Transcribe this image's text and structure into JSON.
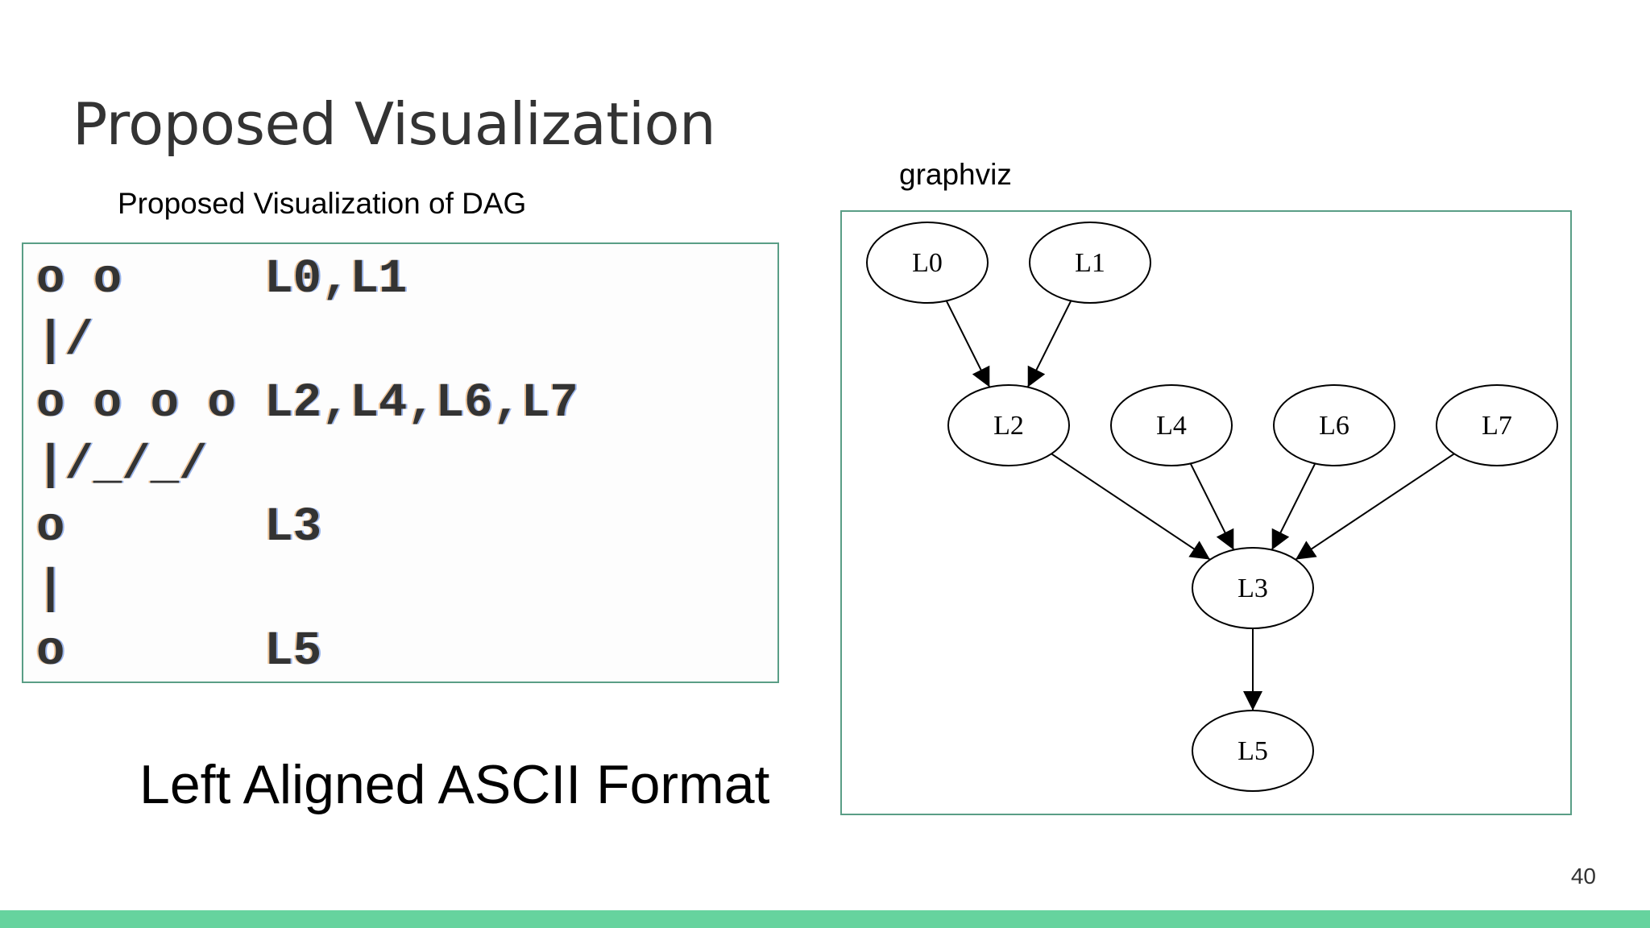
{
  "slide": {
    "title": "Proposed Visualization",
    "ascii_caption": "Proposed Visualization of DAG",
    "graph_caption": "graphviz",
    "format_caption": "Left Aligned ASCII Format",
    "page_number": "40"
  },
  "ascii_graph": {
    "lines": [
      "o o     L0,L1",
      "|/",
      "o o o o L2,L4,L6,L7",
      "|/_/_/",
      "o       L3",
      "|",
      "o       L5"
    ]
  },
  "dag": {
    "nodes": [
      "L0",
      "L1",
      "L2",
      "L4",
      "L6",
      "L7",
      "L3",
      "L5"
    ],
    "edges": [
      {
        "from": "L0",
        "to": "L2"
      },
      {
        "from": "L1",
        "to": "L2"
      },
      {
        "from": "L2",
        "to": "L3"
      },
      {
        "from": "L4",
        "to": "L3"
      },
      {
        "from": "L6",
        "to": "L3"
      },
      {
        "from": "L7",
        "to": "L3"
      },
      {
        "from": "L3",
        "to": "L5"
      }
    ]
  },
  "colors": {
    "frame_border": "#5a9e86",
    "footer_bar": "#66d39e",
    "title_text": "#333333"
  }
}
